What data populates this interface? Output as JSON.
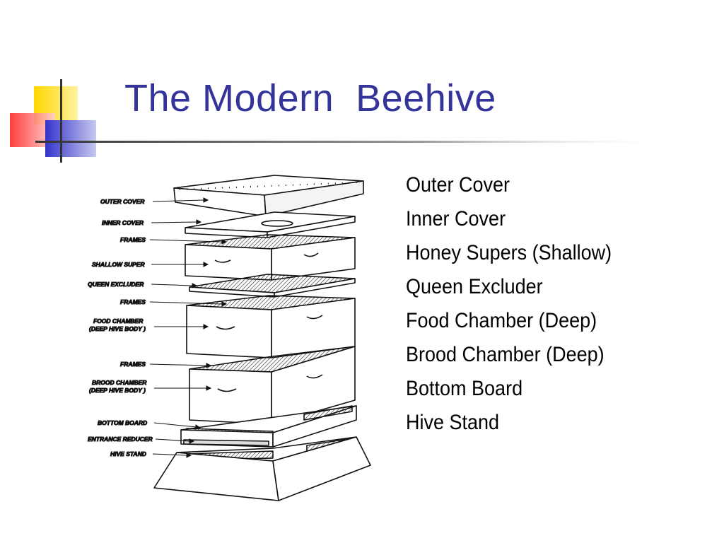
{
  "slide": {
    "title": "The Modern  Beehive",
    "colors": {
      "title": "#333399",
      "accent_yellow": "#ffd700",
      "accent_red": "#ff3333",
      "accent_blue": "#3333cc"
    }
  },
  "diagram": {
    "callouts": [
      "OUTER COVER",
      "INNER COVER",
      "FRAMES",
      "SHALLOW SUPER",
      "QUEEN EXCLUDER",
      "FRAMES",
      "FOOD CHAMBER",
      "(DEEP HIVE BODY )",
      "FRAMES",
      "BROOD CHAMBER",
      "(DEEP HIVE BODY )",
      "BOTTOM BOARD",
      "ENTRANCE REDUCER",
      "HIVE STAND"
    ]
  },
  "parts_list": [
    "Outer Cover",
    "Inner Cover",
    "Honey Supers (Shallow)",
    "Queen Excluder",
    "Food Chamber (Deep)",
    "Brood Chamber (Deep)",
    "Bottom Board",
    "Hive Stand"
  ]
}
